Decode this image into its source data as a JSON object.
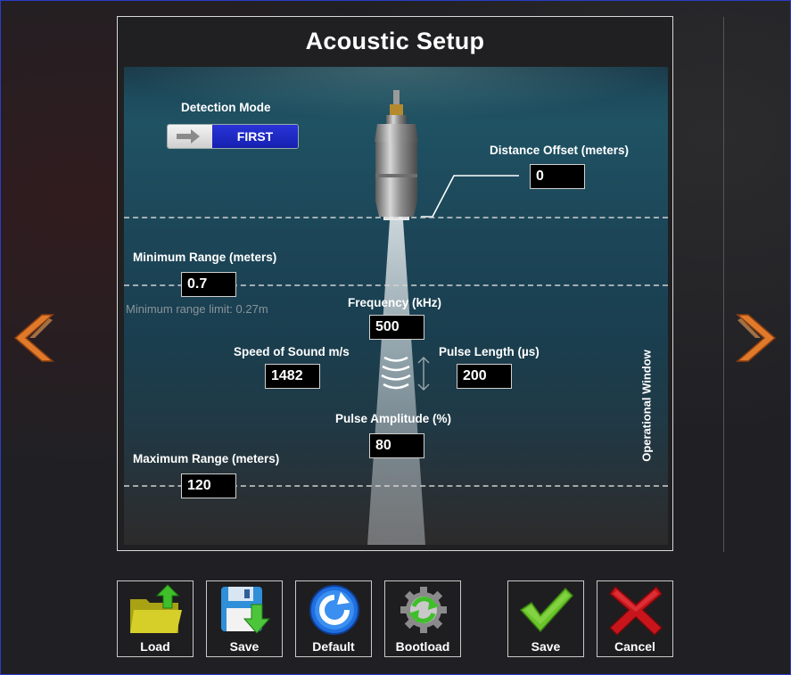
{
  "dialog": {
    "title": "Acoustic Setup"
  },
  "detection_mode": {
    "label": "Detection Mode",
    "value": "FIRST"
  },
  "distance_offset": {
    "label": "Distance Offset (meters)",
    "value": "0"
  },
  "minimum_range": {
    "label": "Minimum Range (meters)",
    "value": "0.7",
    "limit_hint": "Minimum range limit: 0.27m"
  },
  "frequency": {
    "label": "Frequency (kHz)",
    "value": "500"
  },
  "speed_of_sound": {
    "label": "Speed of Sound m/s",
    "value": "1482"
  },
  "pulse_length": {
    "label": "Pulse Length (µs)",
    "value": "200"
  },
  "pulse_amplitude": {
    "label": "Pulse Amplitude (%)",
    "value": "80"
  },
  "maximum_range": {
    "label": "Maximum Range (meters)",
    "value": "120"
  },
  "operational_window": {
    "label": "Operational Window"
  },
  "toolbar": {
    "load_label": "Load",
    "save_file_label": "Save",
    "default_label": "Default",
    "bootload_label": "Bootload",
    "save_label": "Save",
    "cancel_label": "Cancel"
  },
  "colors": {
    "accent_blue": "#1f2bd0",
    "nav_arrow": "#e07a2a",
    "confirm_green": "#6ac52a",
    "cancel_red": "#c8151b",
    "frame_border": "#2a3cc8"
  },
  "icons": [
    "arrow-left-icon",
    "arrow-right-icon",
    "folder-icon",
    "floppy-icon",
    "refresh-icon",
    "gear-icon",
    "checkmark-icon",
    "x-icon",
    "sonar-wave-icon",
    "transducer-icon"
  ]
}
